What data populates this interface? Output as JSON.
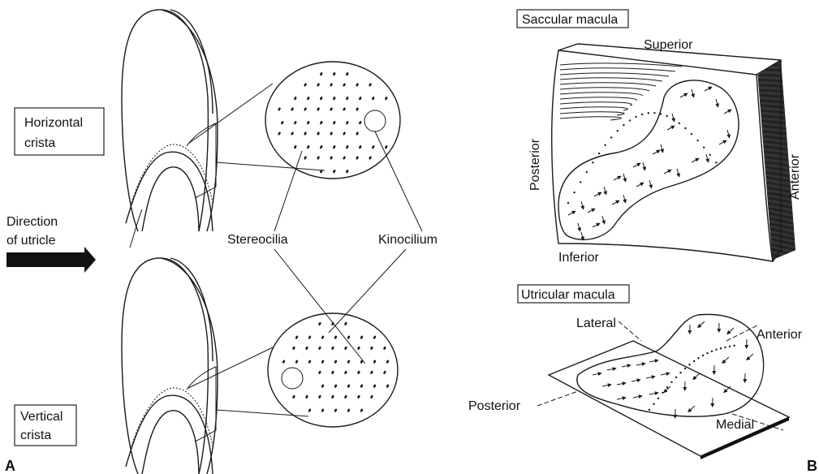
{
  "panels": {
    "a": "A",
    "b": "B"
  },
  "left": {
    "horizontal_crista": [
      "Horizontal",
      "crista"
    ],
    "vertical_crista": [
      "Vertical",
      "crista"
    ],
    "direction": [
      "Direction",
      "of utricle"
    ],
    "stereocilia": "Stereocilia",
    "kinocilium": "Kinocilium"
  },
  "saccule": {
    "title": "Saccular macula",
    "superior": "Superior",
    "posterior": "Posterior",
    "anterior": "Anterior",
    "inferior": "Inferior"
  },
  "utricle": {
    "title": "Utricular macula",
    "lateral": "Lateral",
    "anterior": "Anterior",
    "posterior": "Posterior",
    "medial": "Medial"
  }
}
